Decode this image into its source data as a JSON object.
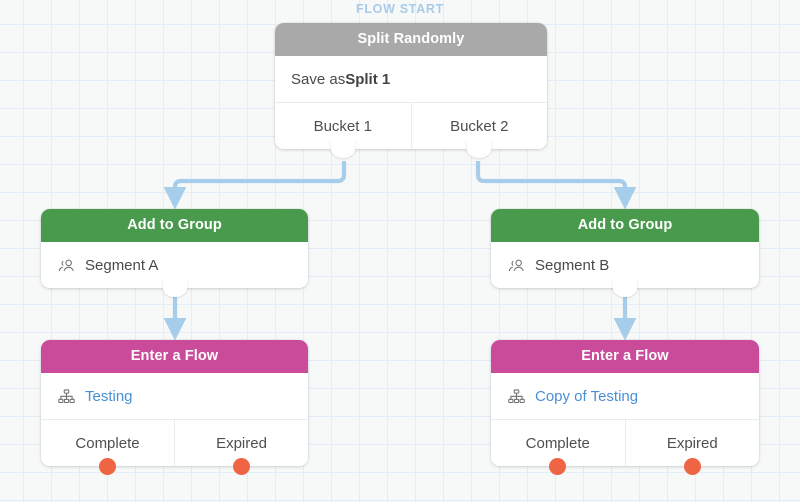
{
  "canvas": {
    "flow_start_label": "FLOW START",
    "grid": "on",
    "background_color": "#f7f8f8",
    "grid_color": "#e3edf7"
  },
  "colors": {
    "header_gray": "#a9a9a9",
    "header_green": "#4a9a4e",
    "header_pink": "#cb4b9b",
    "connector_blue": "#a6cdea",
    "link_blue": "#4a8fd6",
    "dot_orange": "#ef6544",
    "flow_start_blue": "#a8cbeb"
  },
  "nodes": {
    "split": {
      "header": "Split Randomly",
      "body_prefix": "Save as ",
      "body_value": "Split 1",
      "branches": [
        {
          "label": "Bucket 1"
        },
        {
          "label": "Bucket 2"
        }
      ]
    },
    "group_left": {
      "header": "Add to Group",
      "icon": "users-icon",
      "value": "Segment A"
    },
    "group_right": {
      "header": "Add to Group",
      "icon": "users-icon",
      "value": "Segment B"
    },
    "flow_left": {
      "header": "Enter a Flow",
      "icon": "sitemap-icon",
      "link": "Testing",
      "outcomes": [
        {
          "label": "Complete",
          "status_color": "#ef6544"
        },
        {
          "label": "Expired",
          "status_color": "#ef6544"
        }
      ]
    },
    "flow_right": {
      "header": "Enter a Flow",
      "icon": "sitemap-icon",
      "link": "Copy of Testing",
      "outcomes": [
        {
          "label": "Complete",
          "status_color": "#ef6544"
        },
        {
          "label": "Expired",
          "status_color": "#ef6544"
        }
      ]
    }
  }
}
